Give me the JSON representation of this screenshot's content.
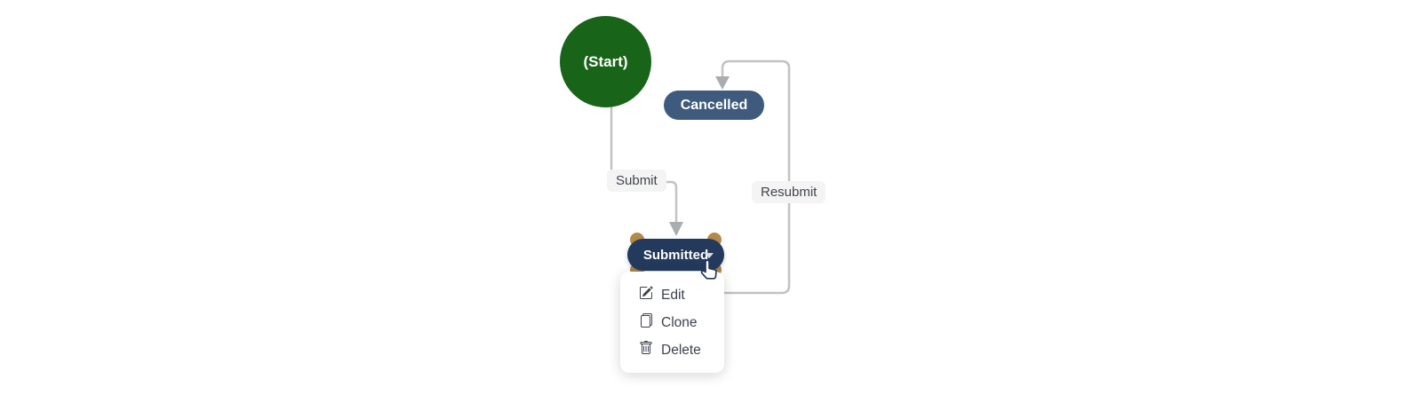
{
  "diagram": {
    "nodes": {
      "start": {
        "label": "(Start)",
        "color": "#186419",
        "text_color": "#ffffff",
        "shape": "circle"
      },
      "cancelled": {
        "label": "Cancelled",
        "color": "#3e5a7d",
        "text_color": "#ffffff",
        "shape": "pill"
      },
      "submitted": {
        "label": "Submitted",
        "color": "#233a5c",
        "text_color": "#ffffff",
        "shape": "pill",
        "dropdown_open": true,
        "handle_color": "#b48a4c"
      }
    },
    "edges": {
      "submit": {
        "label": "Submit",
        "from": "start",
        "to": "submitted"
      },
      "resubmit": {
        "label": "Resubmit",
        "from": "submitted",
        "to": "cancelled"
      },
      "line_color": "#c2c2c2",
      "arrow_color": "#a9adb0",
      "label_bg": "#f4f4f5",
      "label_text_color": "#40454d"
    }
  },
  "context_menu": {
    "items": [
      {
        "label": "Edit",
        "icon": "pencil-square-icon"
      },
      {
        "label": "Clone",
        "icon": "clone-icon"
      },
      {
        "label": "Delete",
        "icon": "trash-icon"
      }
    ]
  }
}
